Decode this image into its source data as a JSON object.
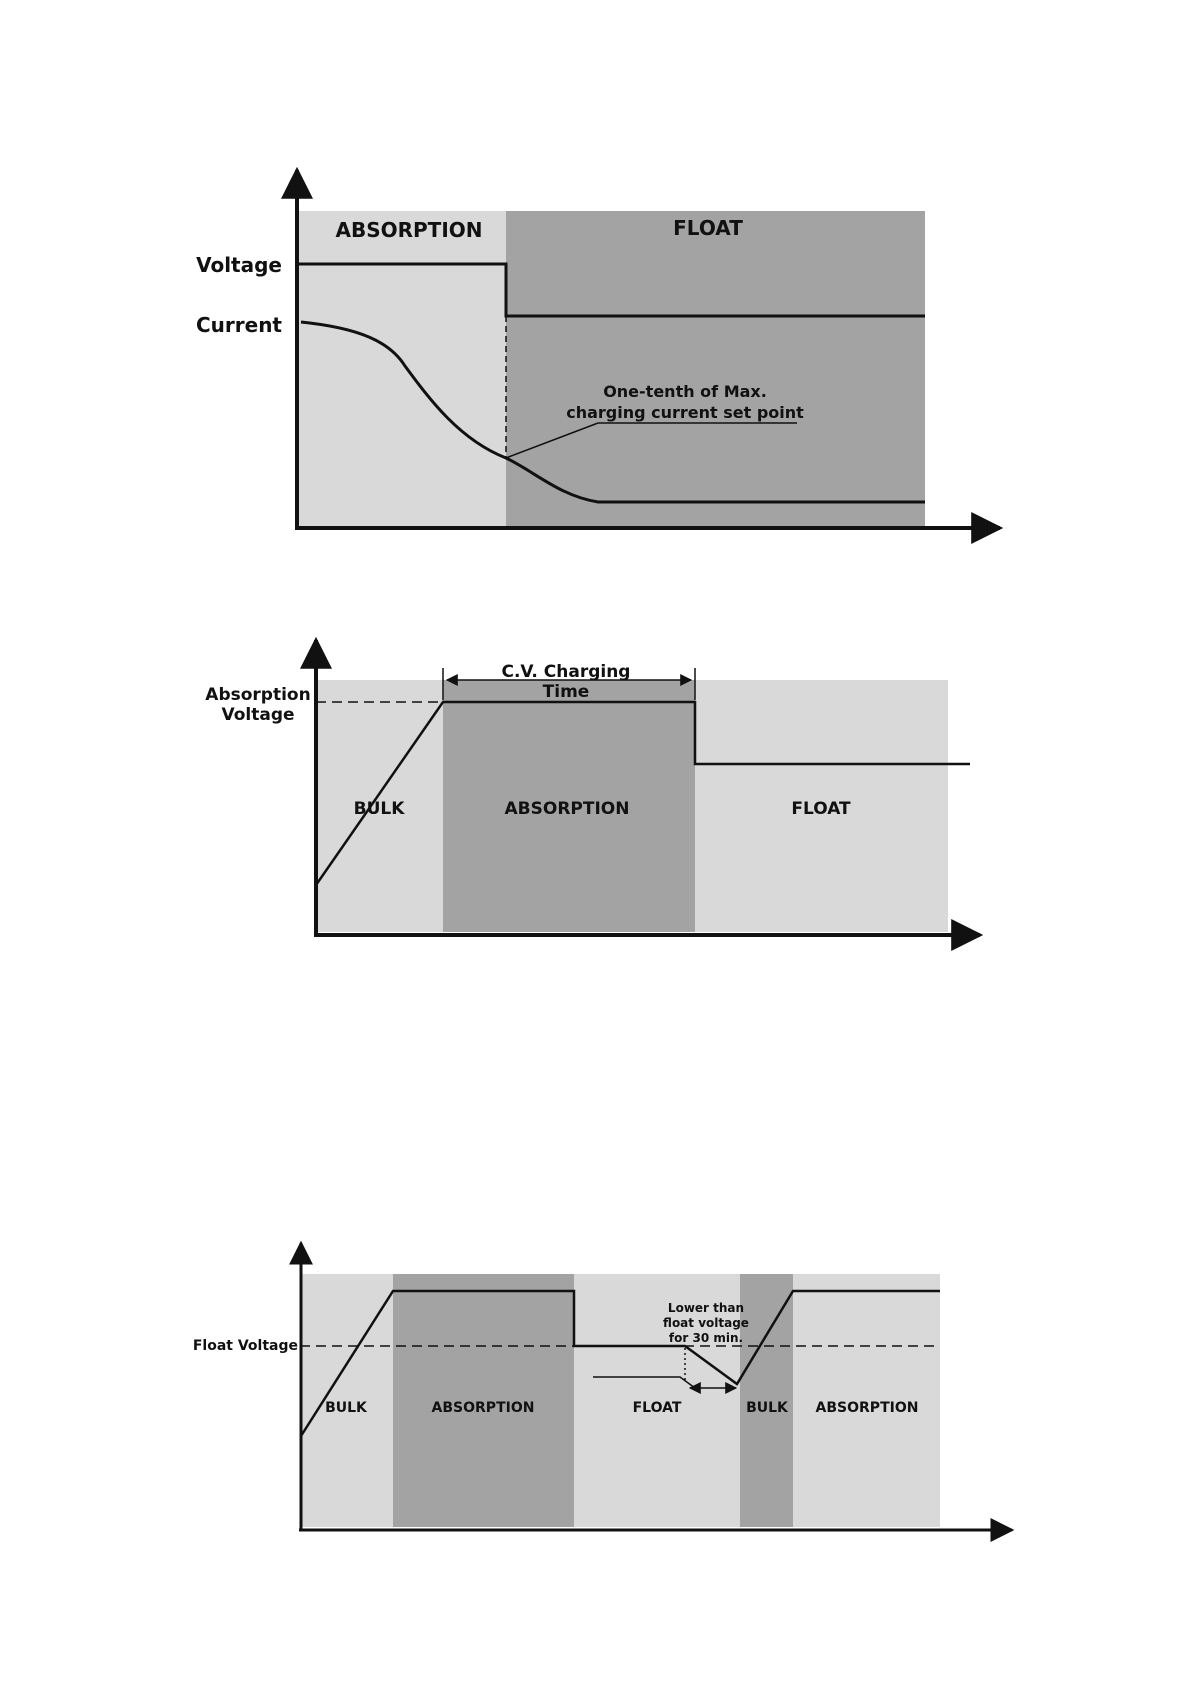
{
  "colors": {
    "light_zone": "#d9d9d9",
    "dark_zone": "#a3a3a3",
    "line": "#111111",
    "background": "#ffffff"
  },
  "diagram1": {
    "zones": [
      "ABSORPTION",
      "FLOAT"
    ],
    "y_labels": {
      "voltage": "Voltage",
      "current": "Current"
    },
    "annotation": {
      "line1": "One-tenth of Max.",
      "line2": "charging current set point"
    }
  },
  "diagram2": {
    "y_label": {
      "line1": "Absorption",
      "line2": "Voltage"
    },
    "span_label": {
      "line1": "C.V. Charging",
      "line2": "Time"
    },
    "zones": [
      "BULK",
      "ABSORPTION",
      "FLOAT"
    ]
  },
  "diagram3": {
    "y_label": "Float Voltage",
    "annotation": {
      "line1": "Lower than",
      "line2": "float voltage",
      "line3": "for 30 min."
    },
    "zones": [
      "BULK",
      "ABSORPTION",
      "FLOAT",
      "BULK",
      "ABSORPTION"
    ]
  }
}
